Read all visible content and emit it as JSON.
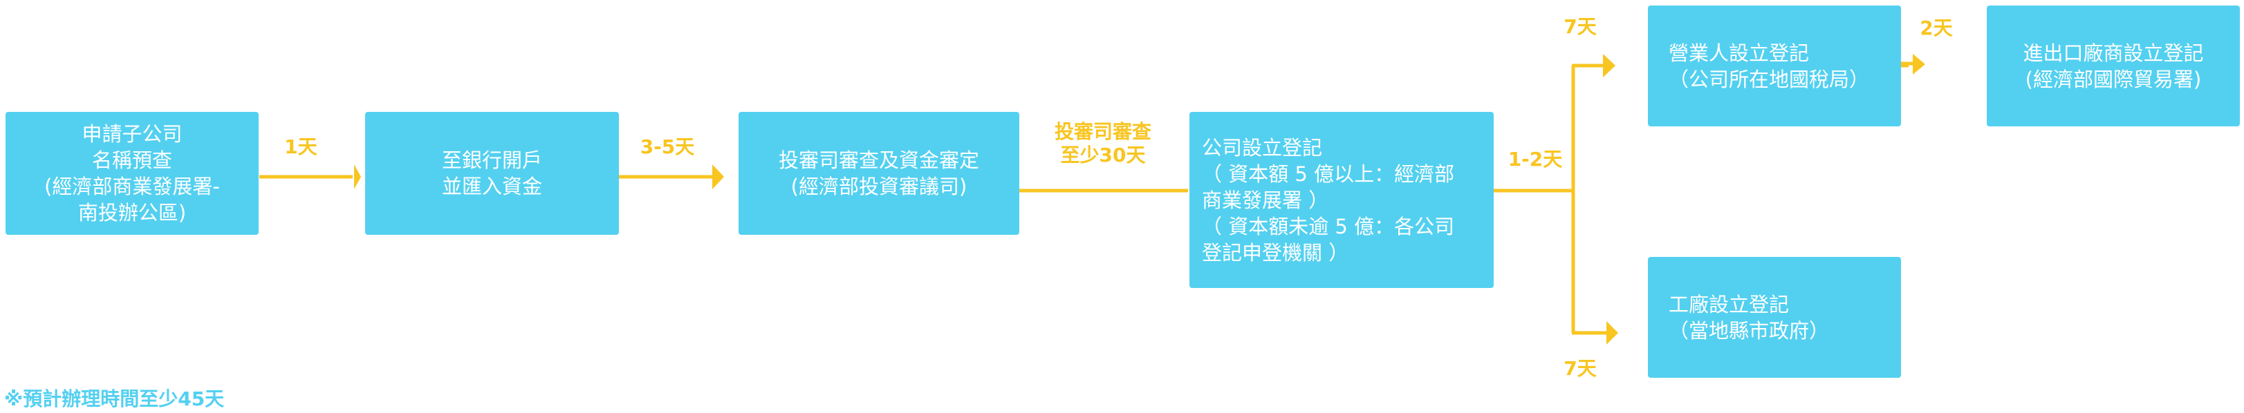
{
  "steps": {
    "s1": {
      "lines": [
        "申請子公司",
        "名稱預查",
        "(經濟部商業發展署-",
        "南投辦公區)"
      ]
    },
    "s2": {
      "lines": [
        "至銀行開戶",
        "並匯入資金"
      ]
    },
    "s3": {
      "lines": [
        "投審司審查及資金審定",
        "(經濟部投資審議司)"
      ]
    },
    "s4": {
      "lines": [
        "公司設立登記",
        "（ 資本額 5 億以上：經濟部",
        "商業發展署 ）",
        "（ 資本額未逾 5 億：各公司",
        "登記申登機關 ）"
      ]
    },
    "s5": {
      "lines": [
        "營業人設立登記",
        "（公司所在地國稅局）"
      ]
    },
    "s6": {
      "lines": [
        "進出口廠商設立登記",
        "(經濟部國際貿易署)"
      ]
    },
    "s7": {
      "lines": [
        "工廠設立登記",
        "（當地縣市政府）"
      ]
    }
  },
  "durations": {
    "d1": "1天",
    "d2": "3-5天",
    "d3_line1": "投審司審查",
    "d3_line2": "至少30天",
    "d4": "1-2天",
    "d5": "7天",
    "d6": "2天",
    "d7": "7天"
  },
  "footnote": "※預計辦理時間至少45天",
  "colors": {
    "box": "#53d0f0",
    "connector": "#f8c521",
    "label": "#f8c521",
    "footnote": "#53d0f0"
  }
}
